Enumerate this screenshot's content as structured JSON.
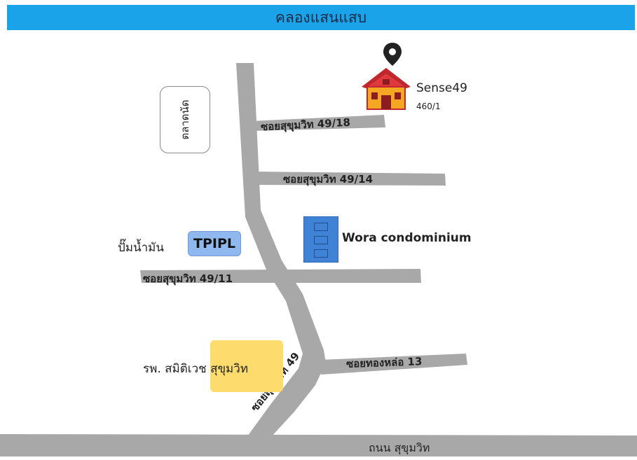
{
  "canal_name": "คลองแสนแสบ",
  "main_road": "ถนน สุขุมวิท",
  "sukhumvit49": "ซอยสุขุมวิท 49",
  "soi_49_18": "ซอยสุขุมวิท 49/18",
  "soi_49_14": "ซอยสุขุมวิท 49/14",
  "soi_49_11": "ซอยสุขุมวิท 49/11",
  "soi_thonglor13": "ซอยทองหล่อ 13",
  "market": "ตลาดนัด",
  "gas_station_label": "ปั๊มน้ำมัน",
  "gas_station_brand": "TPIPL",
  "condo_name": "Wora condominium",
  "hospital_name": "รพ. สมิติเวช สุขุมวิท",
  "destination": {
    "name": "Sense49",
    "number": "460/1"
  },
  "colors": {
    "road": "#a8a8a8",
    "canal": "#1aa3e8",
    "pin": "#222222",
    "house_roof": "#c0282d",
    "house_body": "#f5a623"
  },
  "icons": [
    "location-pin-icon",
    "house-icon",
    "building-icon"
  ]
}
